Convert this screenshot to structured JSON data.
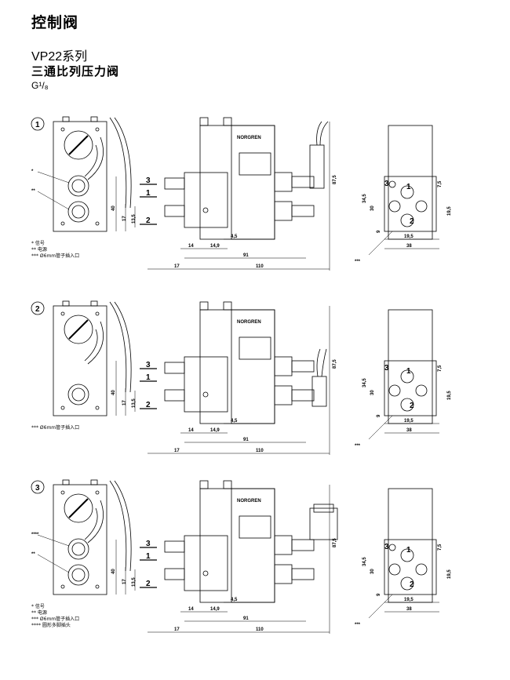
{
  "header": {
    "category": "控制阀",
    "series": "VP22系列",
    "product": "三通比列压力阀",
    "port_size": "G¹/₈"
  },
  "panels": [
    {
      "number": "1",
      "markers": [
        "*",
        "**"
      ],
      "notes": [
        "* 信号",
        "** 电源",
        "*** Ø6mm管子插入口"
      ]
    },
    {
      "number": "2",
      "markers": [],
      "notes": [
        "*** Ø6mm管子插入口"
      ]
    },
    {
      "number": "3",
      "markers": [
        "****",
        "**"
      ],
      "notes": [
        "* 信号",
        "** 电源",
        "*** Ø6mm管子插入口",
        "**** 圆形多脚插头"
      ]
    }
  ],
  "dimensions": {
    "d17": "17",
    "d110": "110",
    "d91": "91",
    "d14": "14",
    "d149": "14,9",
    "d45": "4,5",
    "d40": "40",
    "d17v": "17",
    "d135": "13,5",
    "d875": "87,5",
    "d345": "34,5",
    "d30": "30",
    "d9": "9",
    "d75": "7,5",
    "d195v": "19,5",
    "d195": "19,5",
    "d38": "38",
    "stars": "***"
  },
  "ports": {
    "p1": "1",
    "p2": "2",
    "p3": "3"
  },
  "brand": "NORGREN",
  "colors": {
    "line": "#000000",
    "paper": "#ffffff"
  }
}
